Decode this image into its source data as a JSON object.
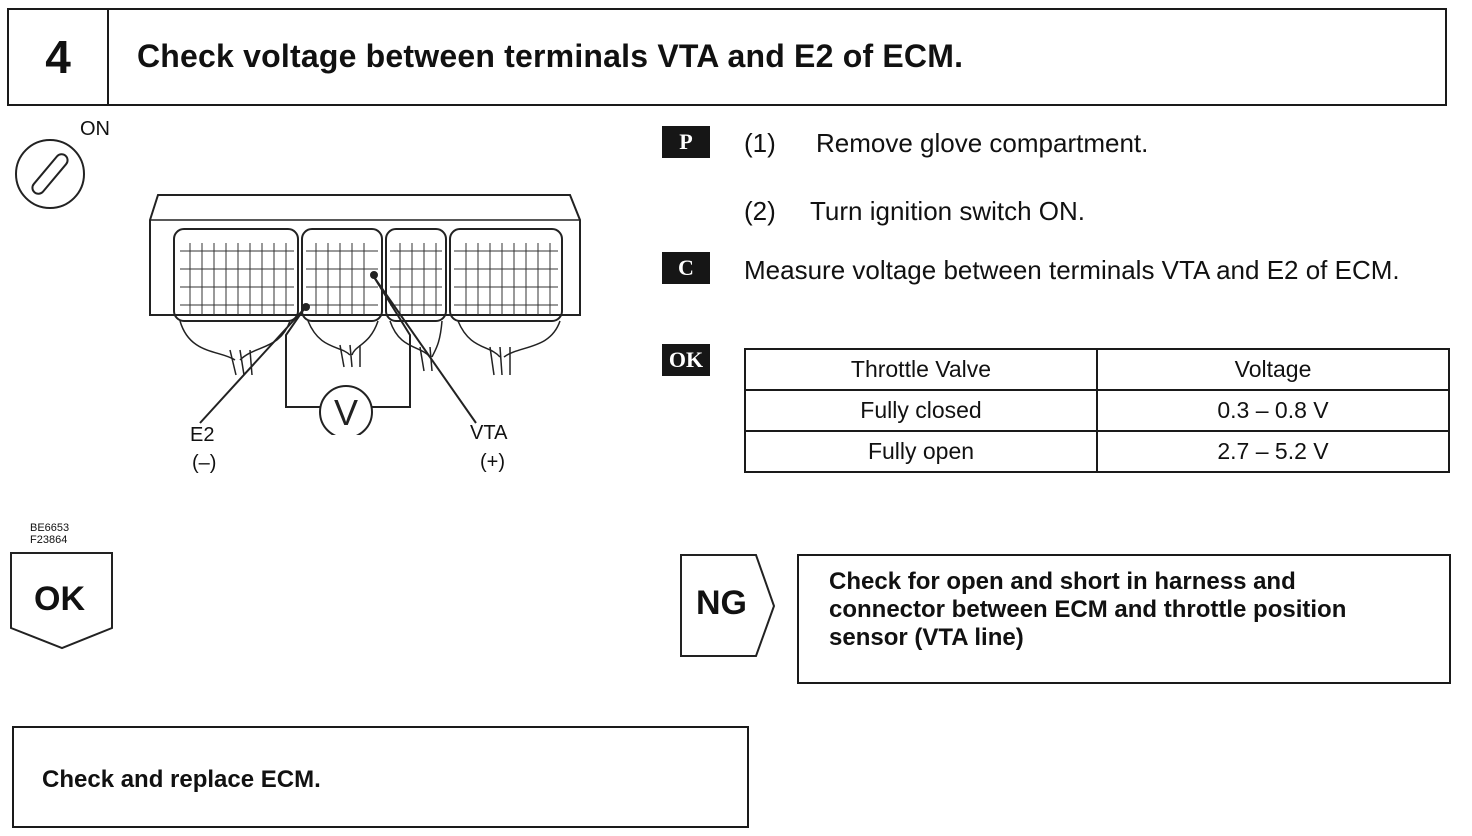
{
  "step": {
    "number": "4",
    "title": "Check voltage between terminals VTA and E2 of ECM."
  },
  "ignition": {
    "label": "ON",
    "icon": "ignition-key-icon"
  },
  "diagram": {
    "e2_label": "E2",
    "e2_polarity": "(–)",
    "vta_label": "VTA",
    "vta_polarity": "(+)",
    "meter_symbol": "V",
    "figure_codes": [
      "BE6653",
      "F23864"
    ]
  },
  "badges": {
    "p": "P",
    "c": "C",
    "ok": "OK"
  },
  "instructions": [
    {
      "num": "(1)",
      "text": "Remove glove compartment."
    },
    {
      "num": "(2)",
      "text": "Turn ignition switch ON."
    }
  ],
  "measure_text": "Measure voltage between terminals VTA and E2 of ECM.",
  "table": {
    "headers": [
      "Throttle Valve",
      "Voltage"
    ],
    "rows": [
      [
        "Fully closed",
        "0.3 – 0.8 V"
      ],
      [
        "Fully open",
        "2.7 – 5.2 V"
      ]
    ]
  },
  "ok_result": {
    "label": "OK",
    "action": "Check and replace ECM."
  },
  "ng_result": {
    "label": "NG",
    "action": "Check for open and short in harness and connector between ECM and throttle position sensor (VTA line)"
  }
}
